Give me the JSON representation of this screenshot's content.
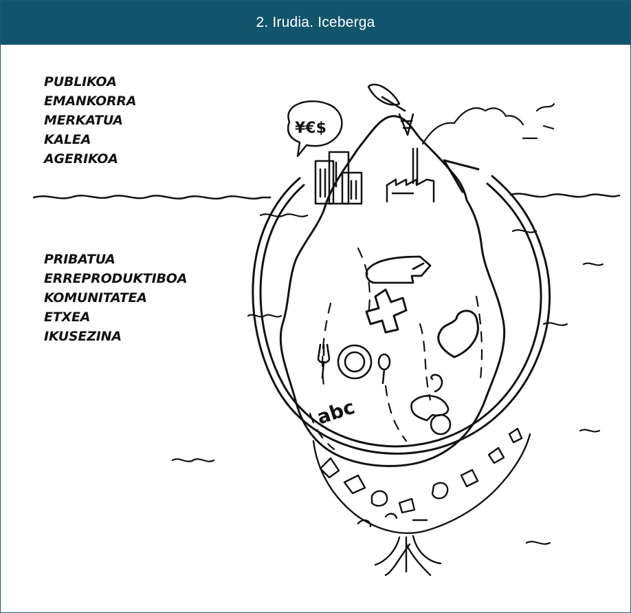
{
  "header": {
    "title": "2. Irudia. Iceberga",
    "background": "#13546d"
  },
  "labels_above": [
    "PUBLIKOA",
    "EMANKORRA",
    "MERKATUA",
    "KALEA",
    "AGERIKOA"
  ],
  "labels_below": [
    "PRIBATUA",
    "ERREPRODUKTIBOA",
    "KOMUNITATEA",
    "ETXEA",
    "IKUSEZINA"
  ],
  "drawing": {
    "speech_bubble_text": "¥€$",
    "slate_text": "abc",
    "icons": [
      "money-speech-bubble",
      "office-buildings",
      "satellite-dish-tower",
      "factory",
      "smoke",
      "iron",
      "medical-cross",
      "fork",
      "plate",
      "spoon",
      "heart",
      "baby",
      "abc-letters",
      "cycle-arrow",
      "roots"
    ]
  }
}
